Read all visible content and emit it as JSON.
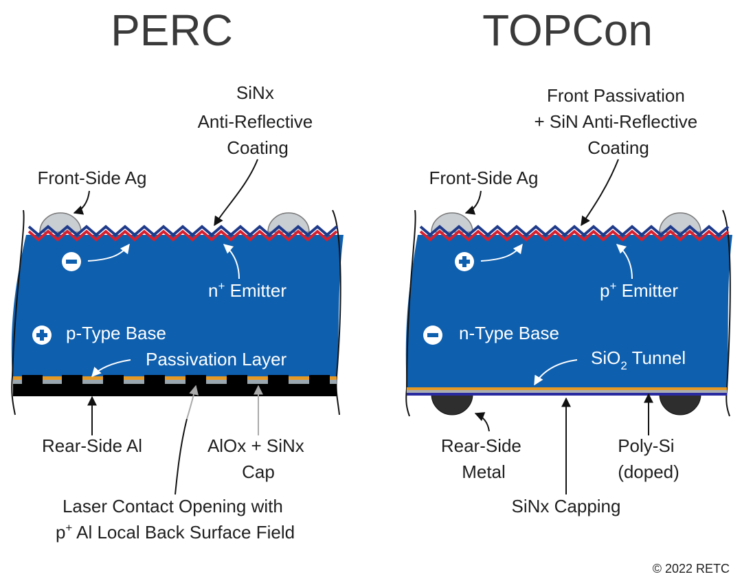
{
  "colors": {
    "silicon": "#0e5fae",
    "emitter": "#d6202f",
    "arc_coating": "#1e3a8a",
    "silver": "#c9ced3",
    "aluminum": "#000000",
    "passivation": "#e69a24",
    "aluminum_oxide": "#9aa7b0",
    "polysilicon": "#a9aeb3",
    "rear_metal": "#2e2e2e",
    "sinx_capping": "#2a2aa0"
  },
  "perc": {
    "title": "PERC",
    "arc_label": [
      "SiNx",
      "Anti-Reflective",
      "Coating"
    ],
    "front_ag_label": "Front-Side Ag",
    "emitter_label": "Emitter",
    "emitter_sup": "+",
    "emitter_prefix": "n",
    "base_label": "p-Type Base",
    "passivation_label": "Passivation Layer",
    "rear_al_label": "Rear-Side Al",
    "alox_label": [
      "AlOx + SiNx",
      "Cap"
    ],
    "laser_label_line1": "Laser Contact Opening with",
    "laser_label_line2_prefix": "p",
    "laser_label_line2_sup": "+",
    "laser_label_line2_rest": " Al Local Back Surface Field",
    "carrier_minor": "minus-icon",
    "carrier_major": "plus-icon"
  },
  "topcon": {
    "title": "TOPCon",
    "arc_label": [
      "Front Passivation",
      "+ SiN Anti-Reflective",
      "Coating"
    ],
    "front_ag_label": "Front-Side Ag",
    "emitter_label": "Emitter",
    "emitter_sup": "+",
    "emitter_prefix": "p",
    "base_label": "n-Type Base",
    "tunnel_label_prefix": "SiO",
    "tunnel_label_sub": "2",
    "tunnel_label_rest": " Tunnel",
    "rear_metal_label": [
      "Rear-Side",
      "Metal"
    ],
    "polysi_label": [
      "Poly-Si",
      "(doped)"
    ],
    "sinx_label": "SiNx Capping",
    "carrier_minor": "plus-icon",
    "carrier_major": "minus-icon"
  },
  "copyright": "© 2022 RETC"
}
